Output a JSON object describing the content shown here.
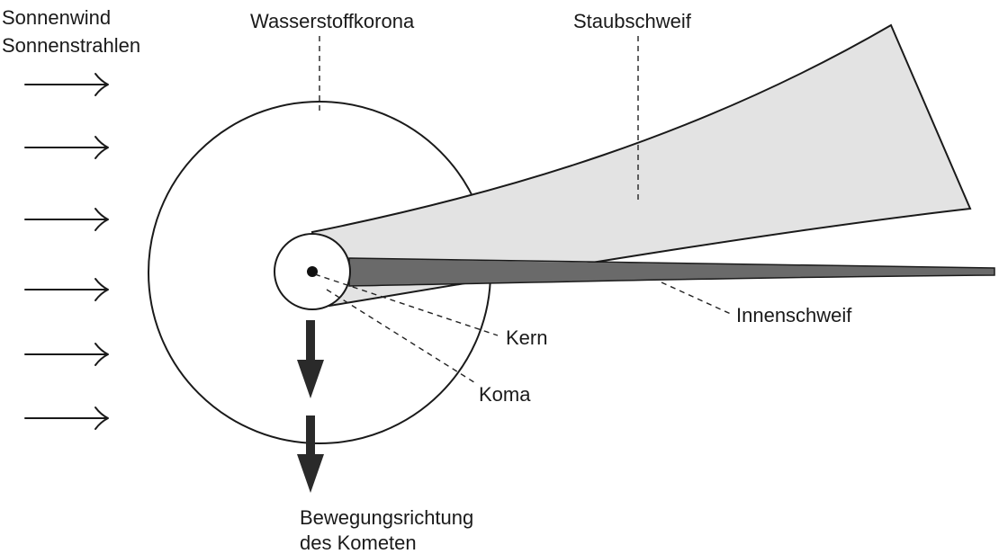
{
  "labels": {
    "sun_line1": "Sonnenwind",
    "sun_line2": "Sonnenstrahlen",
    "corona": "Wasserstoffkorona",
    "dust_tail": "Staubschweif",
    "inner_tail": "Innenschweif",
    "nucleus": "Kern",
    "coma": "Koma",
    "motion_line1": "Bewegungsrichtung",
    "motion_line2": "des Kometen"
  },
  "colors": {
    "outline": "#1a1a1a",
    "dust_tail_fill": "#e3e3e3",
    "inner_tail_fill": "#6a6a6a",
    "motion_arrow": "#2a2a2a"
  }
}
